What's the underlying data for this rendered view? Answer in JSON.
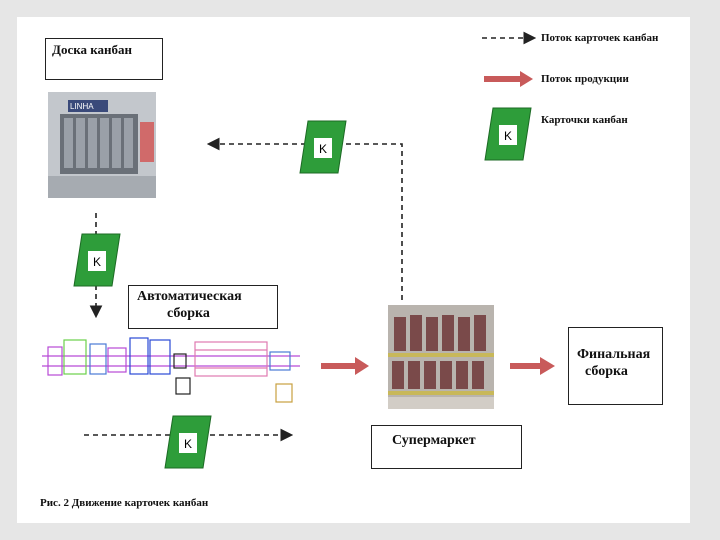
{
  "legend": {
    "card_flow": "Поток карточек канбан",
    "product_flow": "Поток продукции",
    "cards": "Карточки канбан"
  },
  "labels": {
    "kanban_board": "Доска канбан",
    "auto_assembly_line1": "Автоматическая",
    "auto_assembly_line2": "сборка",
    "supermarket": "Супермаркет",
    "final_line1": "Финальная",
    "final_line2": "сборка",
    "card_letter": "K",
    "photo_sign": "LINHA"
  },
  "caption": "Рис. 2 Движение карточек канбан",
  "colors": {
    "card_green": "#2e9d3a",
    "product_arrow": "#c85a5a",
    "dashed": "#222222"
  }
}
